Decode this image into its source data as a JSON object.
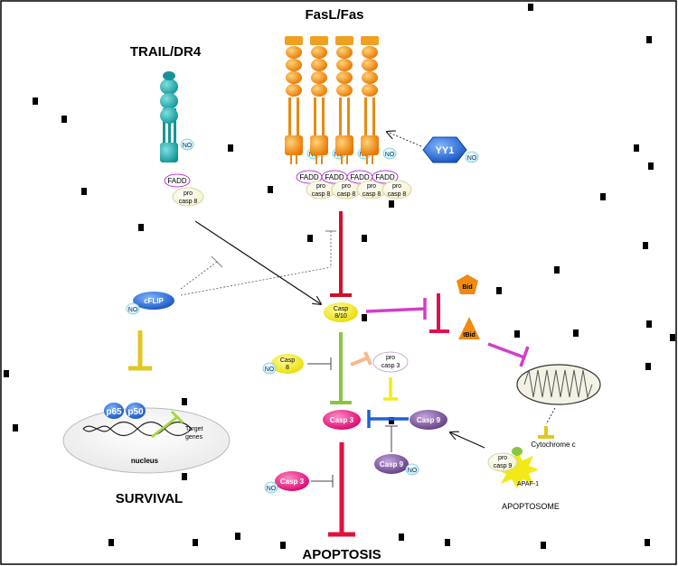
{
  "titles": {
    "fas": "FasL/Fas",
    "trail": "TRAIL/DR4",
    "survival": "SURVIVAL",
    "apoptosis": "APOPTOSIS",
    "apoptosome": "APOPTOSOME"
  },
  "labels": {
    "no": "NO",
    "fadd": "FADD",
    "pro": "pro",
    "casp8_small": "casp 8",
    "yy1": "YY1",
    "cflip": "cFLIP",
    "casp810_a": "Casp",
    "casp810_b": "8/10",
    "casp8": "Casp",
    "casp8_num": "8",
    "procasp3_a": "pro",
    "procasp3_b": "casp 3",
    "casp3": "Casp 3",
    "casp9": "Casp 9",
    "bid": "Bid",
    "tbid": "tBid",
    "cytochrome": "Cytochrome c",
    "procasp9_a": "pro",
    "procasp9_b": "casp 9",
    "apaf": "APAF-1",
    "p65": "p65",
    "p50": "p50",
    "target_a": "Target",
    "target_b": "genes",
    "nucleus": "nucleus"
  },
  "colors": {
    "teal": "#1aa6a8",
    "orange": "#f08a10",
    "yy1": "#1f5fb5",
    "cflip": "#1e6fd6",
    "yellow_node": "#f2ea18",
    "magenta": "#e8187a",
    "purple": "#7a4d96",
    "red": "#e0113a",
    "green": "#8ac540",
    "pink_inhib": "#d23ec8",
    "blue_inhib": "#1f5fd6",
    "gold": "#e0c820"
  }
}
